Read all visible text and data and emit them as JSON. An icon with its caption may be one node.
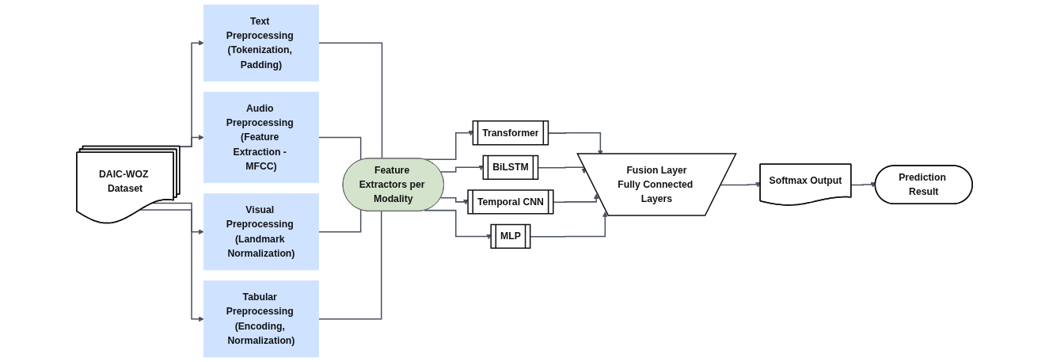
{
  "diagram": {
    "nodes": [
      {
        "text": [
          "DAIC-WOZ Dataset"
        ]
      },
      {
        "text": [
          "Text Preprocessing (Tokenization, Padding)"
        ]
      },
      {
        "text": [
          "Audio Preprocessing (Feature Extraction - MFCC)"
        ]
      },
      {
        "text": [
          "Visual Preprocessing (Landmark Normalization)"
        ]
      },
      {
        "text": [
          "Tabular Preprocessing (Encoding, Normalization)"
        ]
      },
      {
        "text": [
          "Feature Extractors per Modality"
        ]
      },
      {
        "text": [
          "Transformer"
        ]
      },
      {
        "text": [
          "BiLSTM"
        ]
      },
      {
        "text": [
          "Temporal CNN"
        ]
      },
      {
        "text": [
          "MLP"
        ]
      },
      {
        "text": [
          "Fusion Layer",
          "Fully Connected Layers"
        ]
      },
      {
        "text": [
          "Softmax Output"
        ]
      },
      {
        "text": [
          "Prediction Result"
        ]
      }
    ],
    "edges": [
      {
        "from": 0,
        "to": 1,
        "arrow": "to"
      },
      {
        "from": 0,
        "to": 2,
        "arrow": "to"
      },
      {
        "from": 0,
        "to": 3,
        "arrow": "to"
      },
      {
        "from": 0,
        "to": 4,
        "arrow": "to"
      },
      {
        "from": 1,
        "to": 5,
        "arrow": "none"
      },
      {
        "from": 2,
        "to": 5,
        "arrow": "none"
      },
      {
        "from": 3,
        "to": 5,
        "arrow": "none"
      },
      {
        "from": 4,
        "to": 5,
        "arrow": "none"
      },
      {
        "from": 5,
        "to": 6,
        "arrow": "to"
      },
      {
        "from": 5,
        "to": 7,
        "arrow": "to"
      },
      {
        "from": 5,
        "to": 8,
        "arrow": "to"
      },
      {
        "from": 5,
        "to": 9,
        "arrow": "to"
      },
      {
        "from": 6,
        "to": 10,
        "arrow": "to"
      },
      {
        "from": 7,
        "to": 10,
        "arrow": "to"
      },
      {
        "from": 8,
        "to": 10,
        "arrow": "to"
      },
      {
        "from": 9,
        "to": 10,
        "arrow": "to"
      },
      {
        "from": 10,
        "to": 11,
        "arrow": "to"
      },
      {
        "from": 11,
        "to": 12,
        "arrow": "to"
      }
    ]
  }
}
